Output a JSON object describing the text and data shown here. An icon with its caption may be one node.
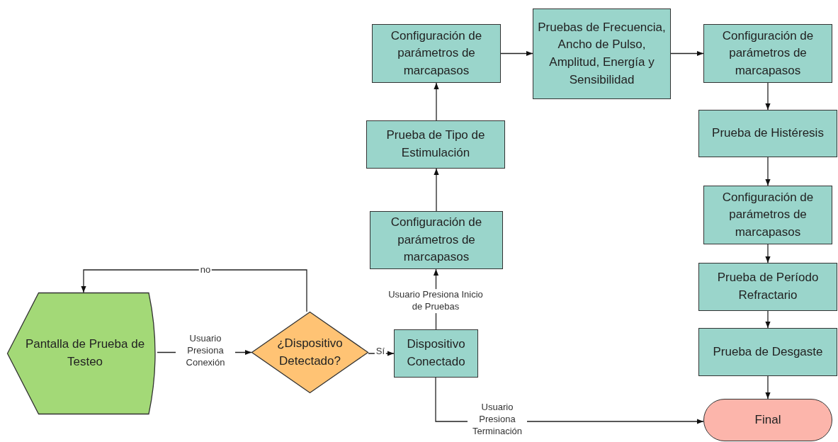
{
  "diagram": {
    "nodes": [
      {
        "text": [
          "Pantalla de Prueba de Testeo"
        ]
      },
      {
        "text": [
          "¿Dispositivo Detectado?"
        ]
      },
      {
        "text": [
          "Dispositivo Conectado"
        ]
      },
      {
        "text": [
          "Configuración de parámetros de marcapasos"
        ]
      },
      {
        "text": [
          "Prueba de Tipo de Estimulación"
        ]
      },
      {
        "text": [
          "Configuración de parámetros de marcapasos"
        ]
      },
      {
        "text": [
          "Pruebas de Frecuencia, Ancho de Pulso, Amplitud, Energía y Sensibilidad"
        ]
      },
      {
        "text": [
          "Configuración de parámetros de marcapasos"
        ]
      },
      {
        "text": [
          "Prueba de Histéresis"
        ]
      },
      {
        "text": [
          "Configuración de parámetros de marcapasos"
        ]
      },
      {
        "text": [
          "Prueba de Período Refractario"
        ]
      },
      {
        "text": [
          "Prueba de Desgaste"
        ]
      },
      {
        "text": [
          "Final"
        ]
      }
    ],
    "edges": [
      {
        "from": 0,
        "to": 1,
        "arrow": "to",
        "label": "Usuario Presiona Conexión"
      },
      {
        "from": 1,
        "to": 0,
        "arrow": "to",
        "label": "no"
      },
      {
        "from": 1,
        "to": 2,
        "arrow": "to",
        "label": "Sí"
      },
      {
        "from": 2,
        "to": 3,
        "arrow": "to",
        "label": "Usuario Presiona Inicio de Pruebas"
      },
      {
        "from": 3,
        "to": 4,
        "arrow": "to"
      },
      {
        "from": 4,
        "to": 5,
        "arrow": "to"
      },
      {
        "from": 5,
        "to": 6,
        "arrow": "to"
      },
      {
        "from": 6,
        "to": 7,
        "arrow": "to"
      },
      {
        "from": 7,
        "to": 8,
        "arrow": "to"
      },
      {
        "from": 8,
        "to": 9,
        "arrow": "to"
      },
      {
        "from": 9,
        "to": 10,
        "arrow": "to"
      },
      {
        "from": 10,
        "to": 11,
        "arrow": "to"
      },
      {
        "from": 11,
        "to": 12,
        "arrow": "to"
      },
      {
        "from": 2,
        "to": 12,
        "arrow": "to",
        "label": "Usuario Presiona Terminación"
      }
    ]
  }
}
